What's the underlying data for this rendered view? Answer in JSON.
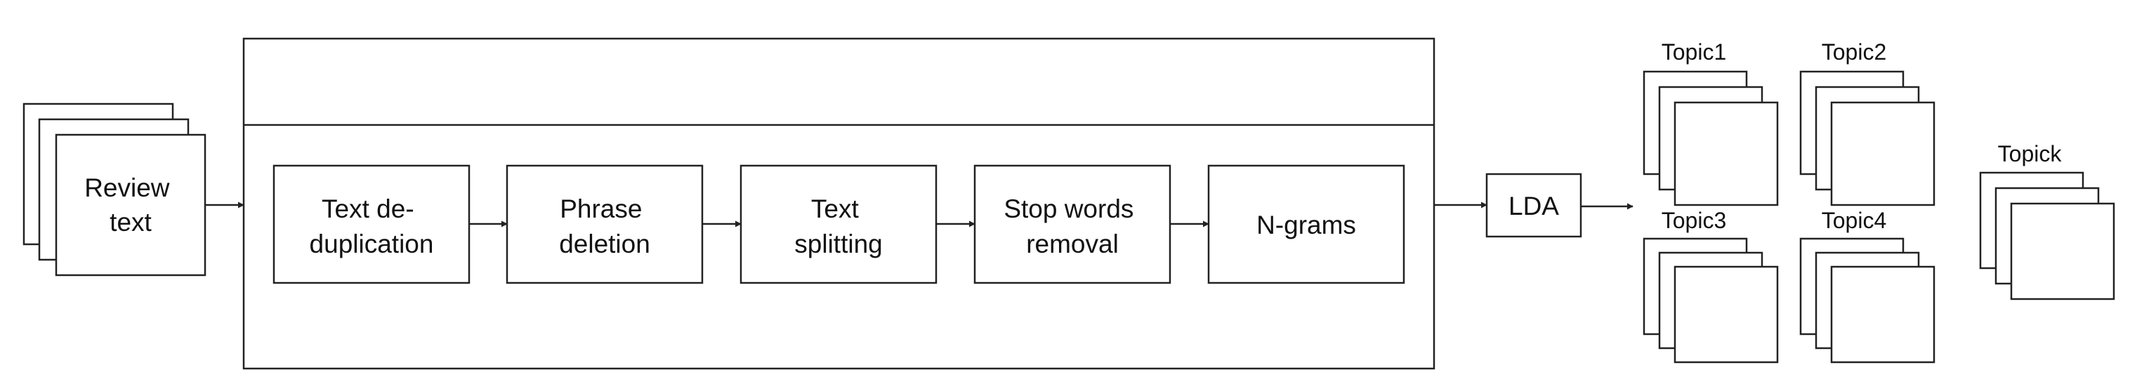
{
  "input": {
    "label_lines": [
      "Review",
      "text"
    ]
  },
  "preprocessing_steps": [
    {
      "lines": [
        "Text de-",
        "duplication"
      ]
    },
    {
      "lines": [
        "Phrase",
        "deletion"
      ]
    },
    {
      "lines": [
        "Text",
        "splitting"
      ]
    },
    {
      "lines": [
        "Stop words",
        "removal"
      ]
    },
    {
      "lines": [
        "N-grams"
      ]
    }
  ],
  "model": {
    "label": "LDA"
  },
  "topics": [
    {
      "label": "Topic1"
    },
    {
      "label": "Topic2"
    },
    {
      "label": "Topic3"
    },
    {
      "label": "Topic4"
    },
    {
      "label": "Topick"
    }
  ]
}
